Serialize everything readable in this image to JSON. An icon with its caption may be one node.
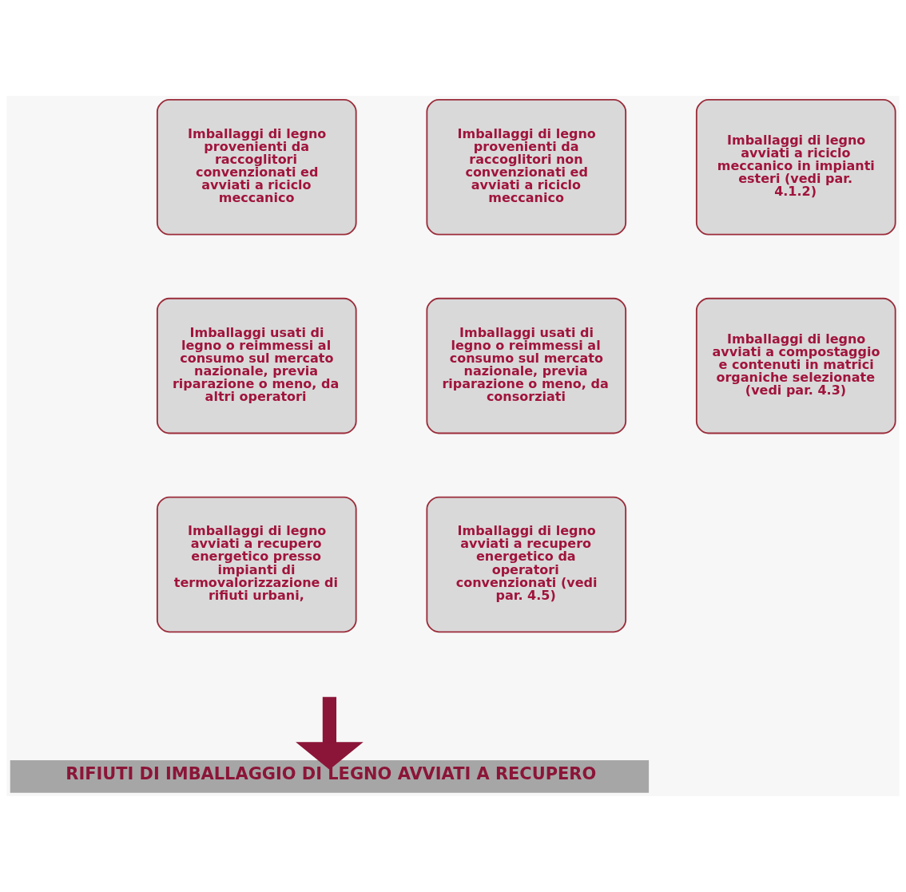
{
  "diagram": {
    "nodes": [
      {
        "text": [
          "Imballaggi di legno provenienti da raccoglitori convenzionati ed avviati a riciclo meccanico"
        ]
      },
      {
        "text": [
          "Imballaggi di legno provenienti da raccoglitori non convenzionati ed avviati a riciclo meccanico"
        ]
      },
      {
        "text": [
          "Imballaggi di legno avviati a riciclo meccanico in impianti esteri (vedi par. 4.1.2)"
        ]
      },
      {
        "text": [
          "Imballaggi usati di legno o reimmessi al consumo sul mercato nazionale, previa riparazione o meno, da altri operatori"
        ]
      },
      {
        "text": [
          "Imballaggi usati di legno o reimmessi al consumo sul mercato nazionale, previa riparazione o meno, da consorziati"
        ]
      },
      {
        "text": [
          "Imballaggi di legno avviati a compostaggio e contenuti in matrici organiche selezionate (vedi par. 4.3)"
        ]
      },
      {
        "text": [
          "Imballaggi di legno avviati a recupero energetico presso impianti di termovalorizzazione di rifiuti urbani,"
        ]
      },
      {
        "text": [
          "Imballaggi di legno avviati a recupero energetico da operatori convenzionati (vedi par. 4.5)"
        ]
      },
      {
        "text": [
          "RIFIUTI DI IMBALLAGGIO DI LEGNO AVVIATI A RECUPERO"
        ]
      }
    ],
    "edges": [
      {
        "from": null,
        "to": 8,
        "arrow": "to"
      }
    ]
  }
}
